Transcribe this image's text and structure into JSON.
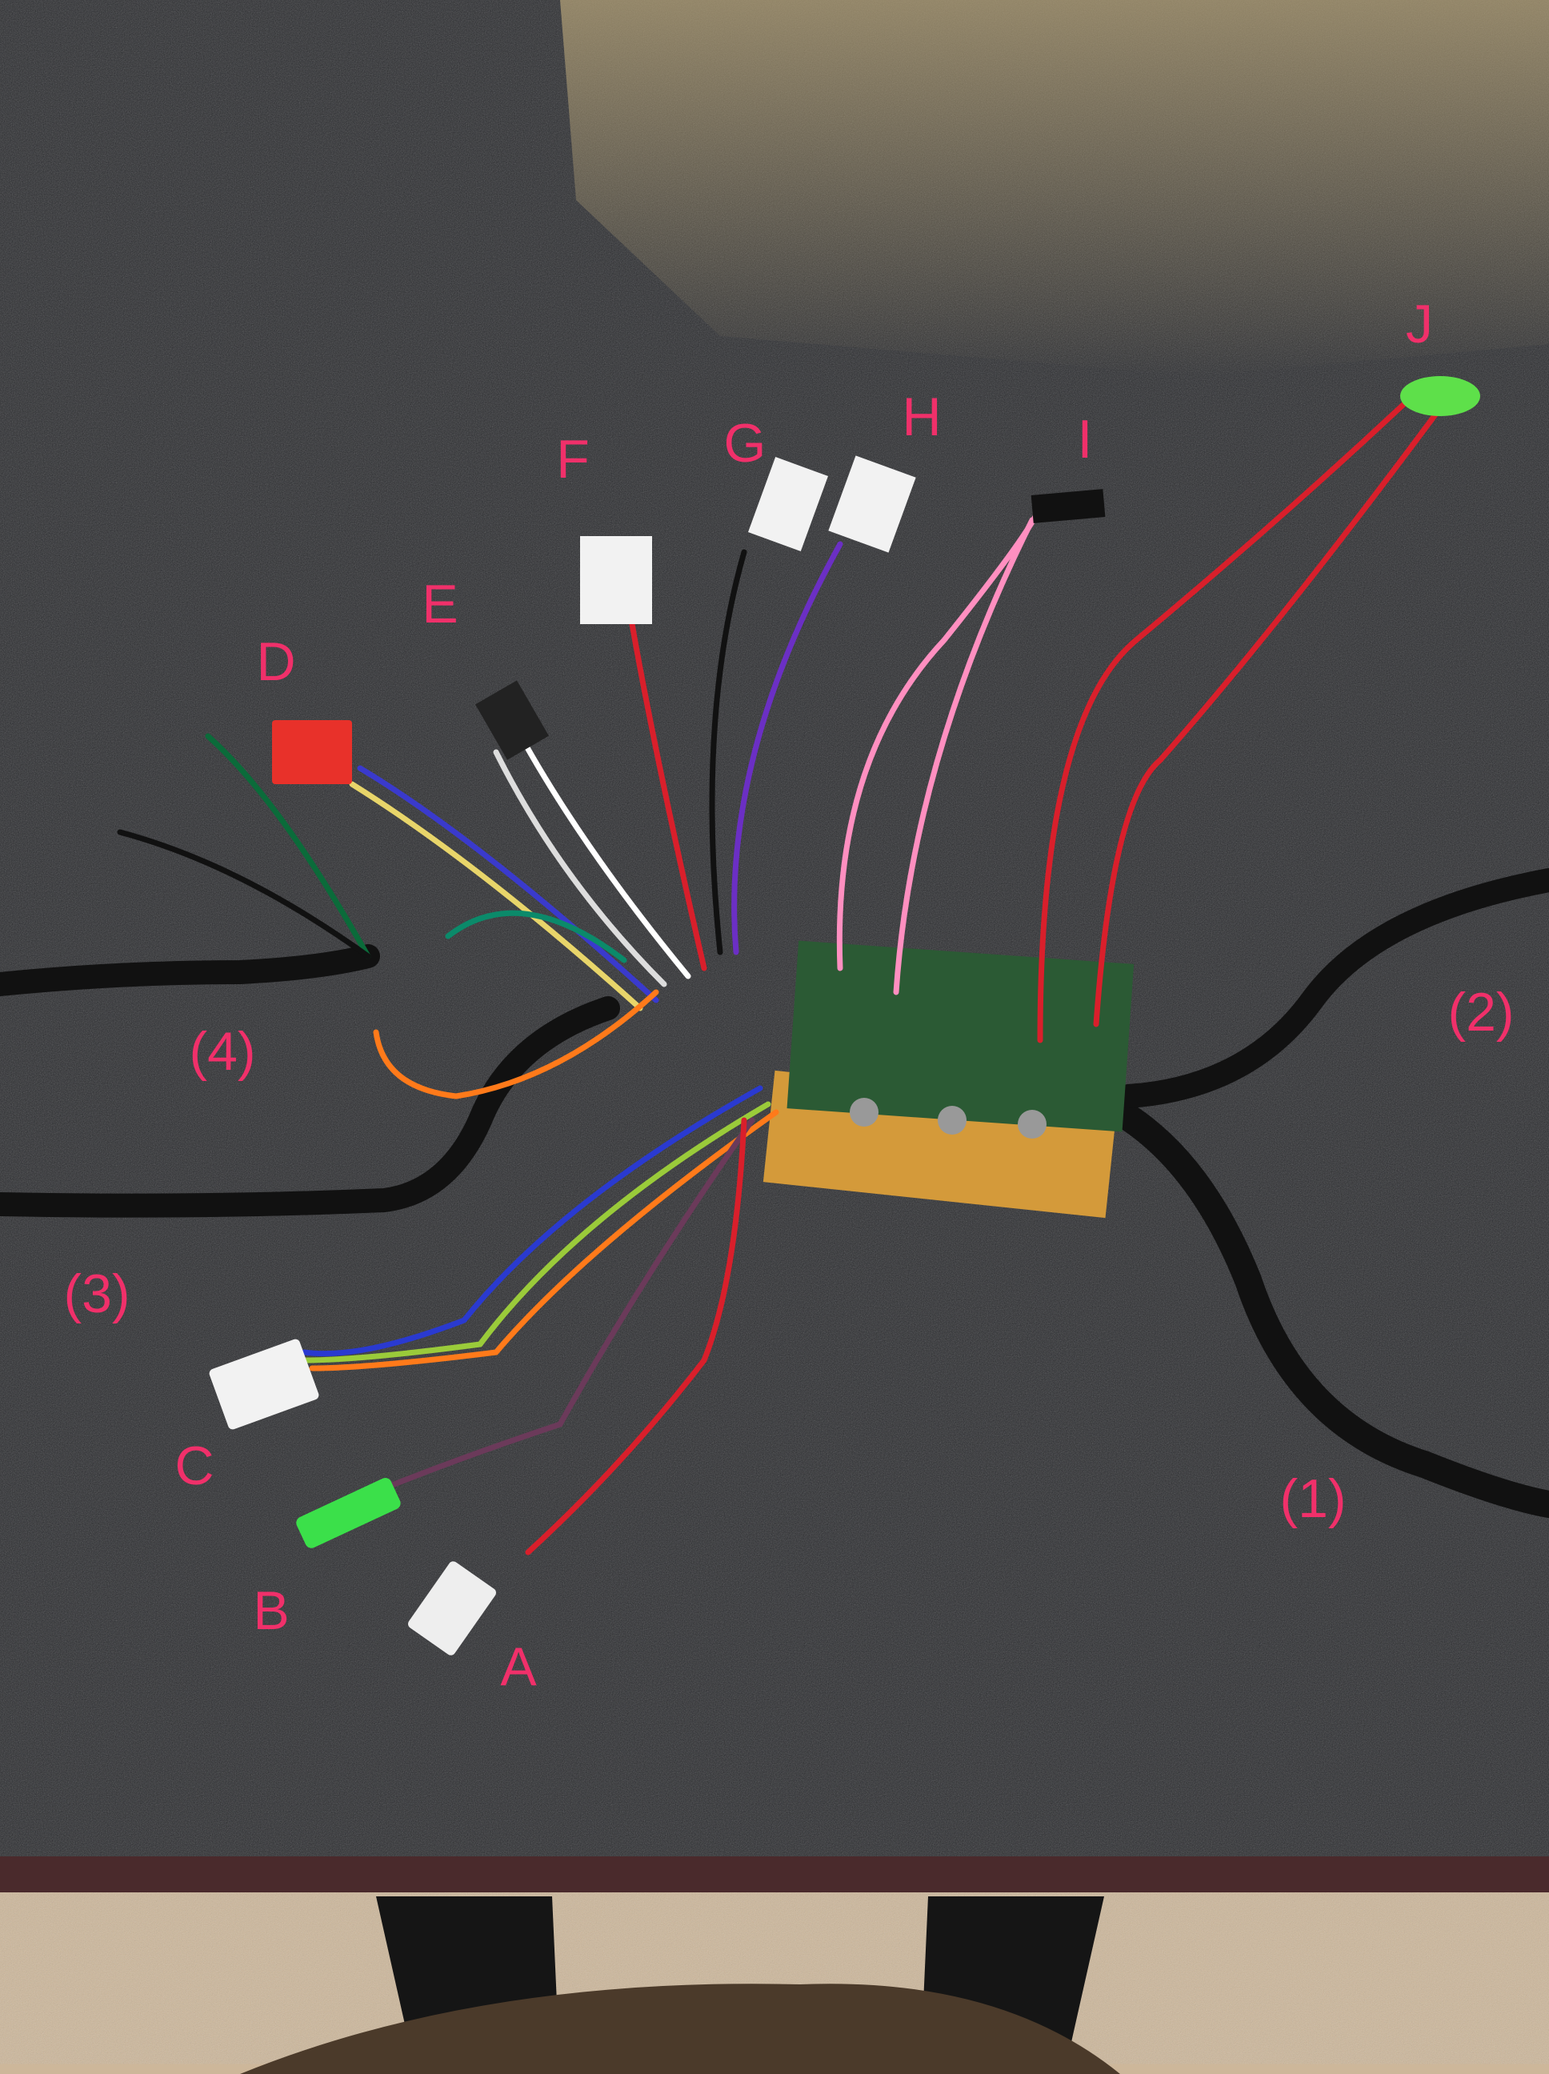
{
  "labels": {
    "A": "A",
    "B": "B",
    "C": "C",
    "D": "D",
    "E": "E",
    "F": "F",
    "G": "G",
    "H": "H",
    "I": "I",
    "J": "J",
    "cable1": "(1)",
    "cable2": "(2)",
    "cable3": "(3)",
    "cable4": "(4)"
  },
  "colors": {
    "label": "#f0306a",
    "counter": "#2a2b2e",
    "floor": "#cdb79a"
  }
}
